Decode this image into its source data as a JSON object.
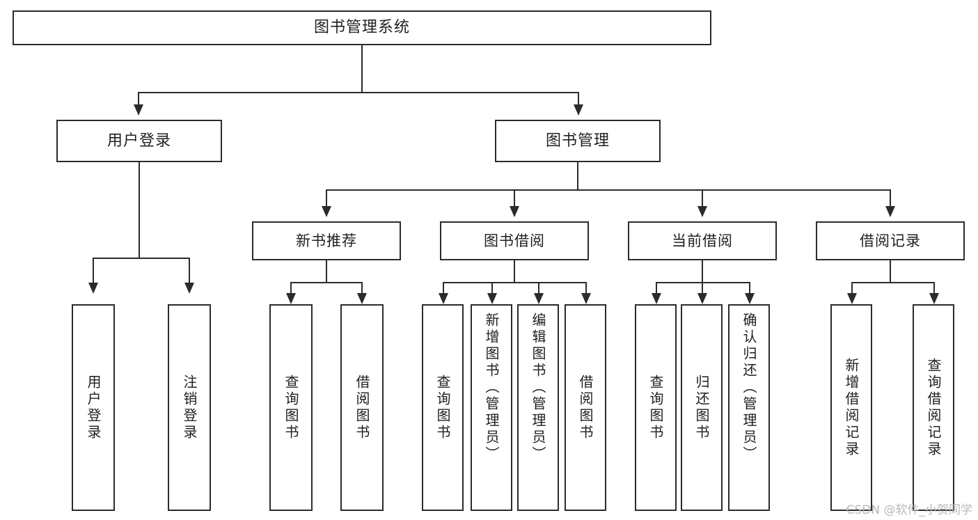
{
  "diagram": {
    "title": "图书管理系统",
    "type": "tree",
    "watermark": "CSDN @软件_小贺同学",
    "line_color": "#2b2b2b",
    "text_color": "#1f1f1f",
    "background": "#ffffff",
    "levels": {
      "root": {
        "label": "图书管理系统"
      },
      "level2": [
        {
          "label": "用户登录"
        },
        {
          "label": "图书管理"
        }
      ],
      "level3": [
        {
          "label": "新书推荐"
        },
        {
          "label": "图书借阅"
        },
        {
          "label": "当前借阅"
        },
        {
          "label": "借阅记录"
        }
      ],
      "leaves": {
        "user_login": [
          {
            "label": "用户登录"
          },
          {
            "label": "注销登录"
          }
        ],
        "new_book": [
          {
            "label": "查询图书"
          },
          {
            "label": "借阅图书"
          }
        ],
        "book_borrow": [
          {
            "label": "查询图书"
          },
          {
            "label": "新增图书（管理员）"
          },
          {
            "label": "编辑图书（管理员）"
          },
          {
            "label": "借阅图书"
          }
        ],
        "current_borrow": [
          {
            "label": "查询图书"
          },
          {
            "label": "归还图书"
          },
          {
            "label": "确认归还（管理员）"
          }
        ],
        "borrow_record": [
          {
            "label": "新增借阅记录"
          },
          {
            "label": "查询借阅记录"
          }
        ]
      }
    }
  }
}
